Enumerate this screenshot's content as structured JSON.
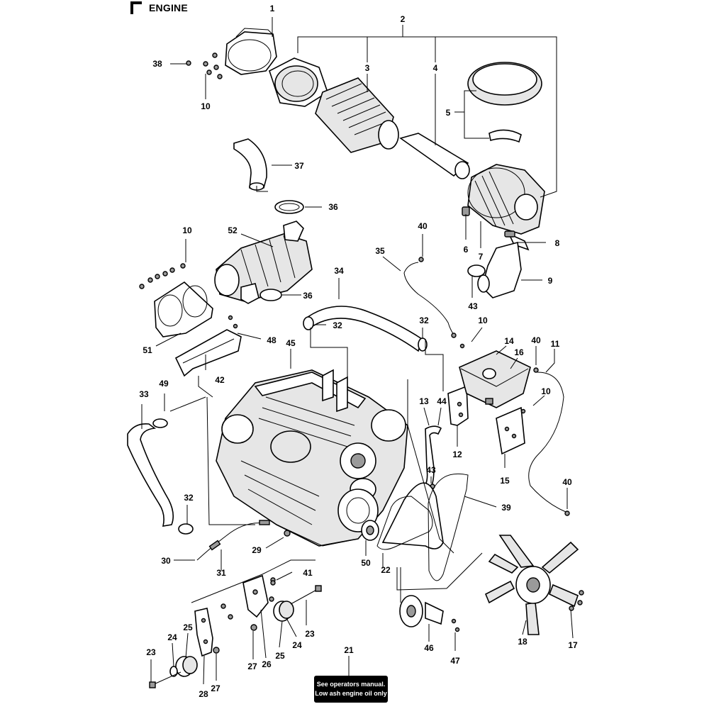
{
  "title": "ENGINE",
  "note": {
    "line1": "See operators manual.",
    "line2": "Low ash engine oil only"
  },
  "callouts": {
    "c1": "1",
    "c2": "2",
    "c3": "3",
    "c4": "4",
    "c5": "5",
    "c6": "6",
    "c7": "7",
    "c8": "8",
    "c9": "9",
    "c10a": "10",
    "c10b": "10",
    "c10c": "10",
    "c10d": "10",
    "c11": "11",
    "c12": "12",
    "c13": "13",
    "c14": "14",
    "c15": "15",
    "c16": "16",
    "c17": "17",
    "c18": "18",
    "c21": "21",
    "c22": "22",
    "c23a": "23",
    "c23b": "23",
    "c24a": "24",
    "c24b": "24",
    "c25a": "25",
    "c25b": "25",
    "c26": "26",
    "c27a": "27",
    "c27b": "27",
    "c28": "28",
    "c29": "29",
    "c30": "30",
    "c31": "31",
    "c32a": "32",
    "c32b": "32",
    "c32c": "32",
    "c33": "33",
    "c34": "34",
    "c35": "35",
    "c36a": "36",
    "c36b": "36",
    "c37": "37",
    "c38": "38",
    "c39": "39",
    "c40a": "40",
    "c40b": "40",
    "c40c": "40",
    "c41": "41",
    "c42": "42",
    "c43a": "43",
    "c43b": "43",
    "c44": "44",
    "c45": "45",
    "c46": "46",
    "c47": "47",
    "c48": "48",
    "c49": "49",
    "c50": "50",
    "c51": "51",
    "c52": "52"
  }
}
